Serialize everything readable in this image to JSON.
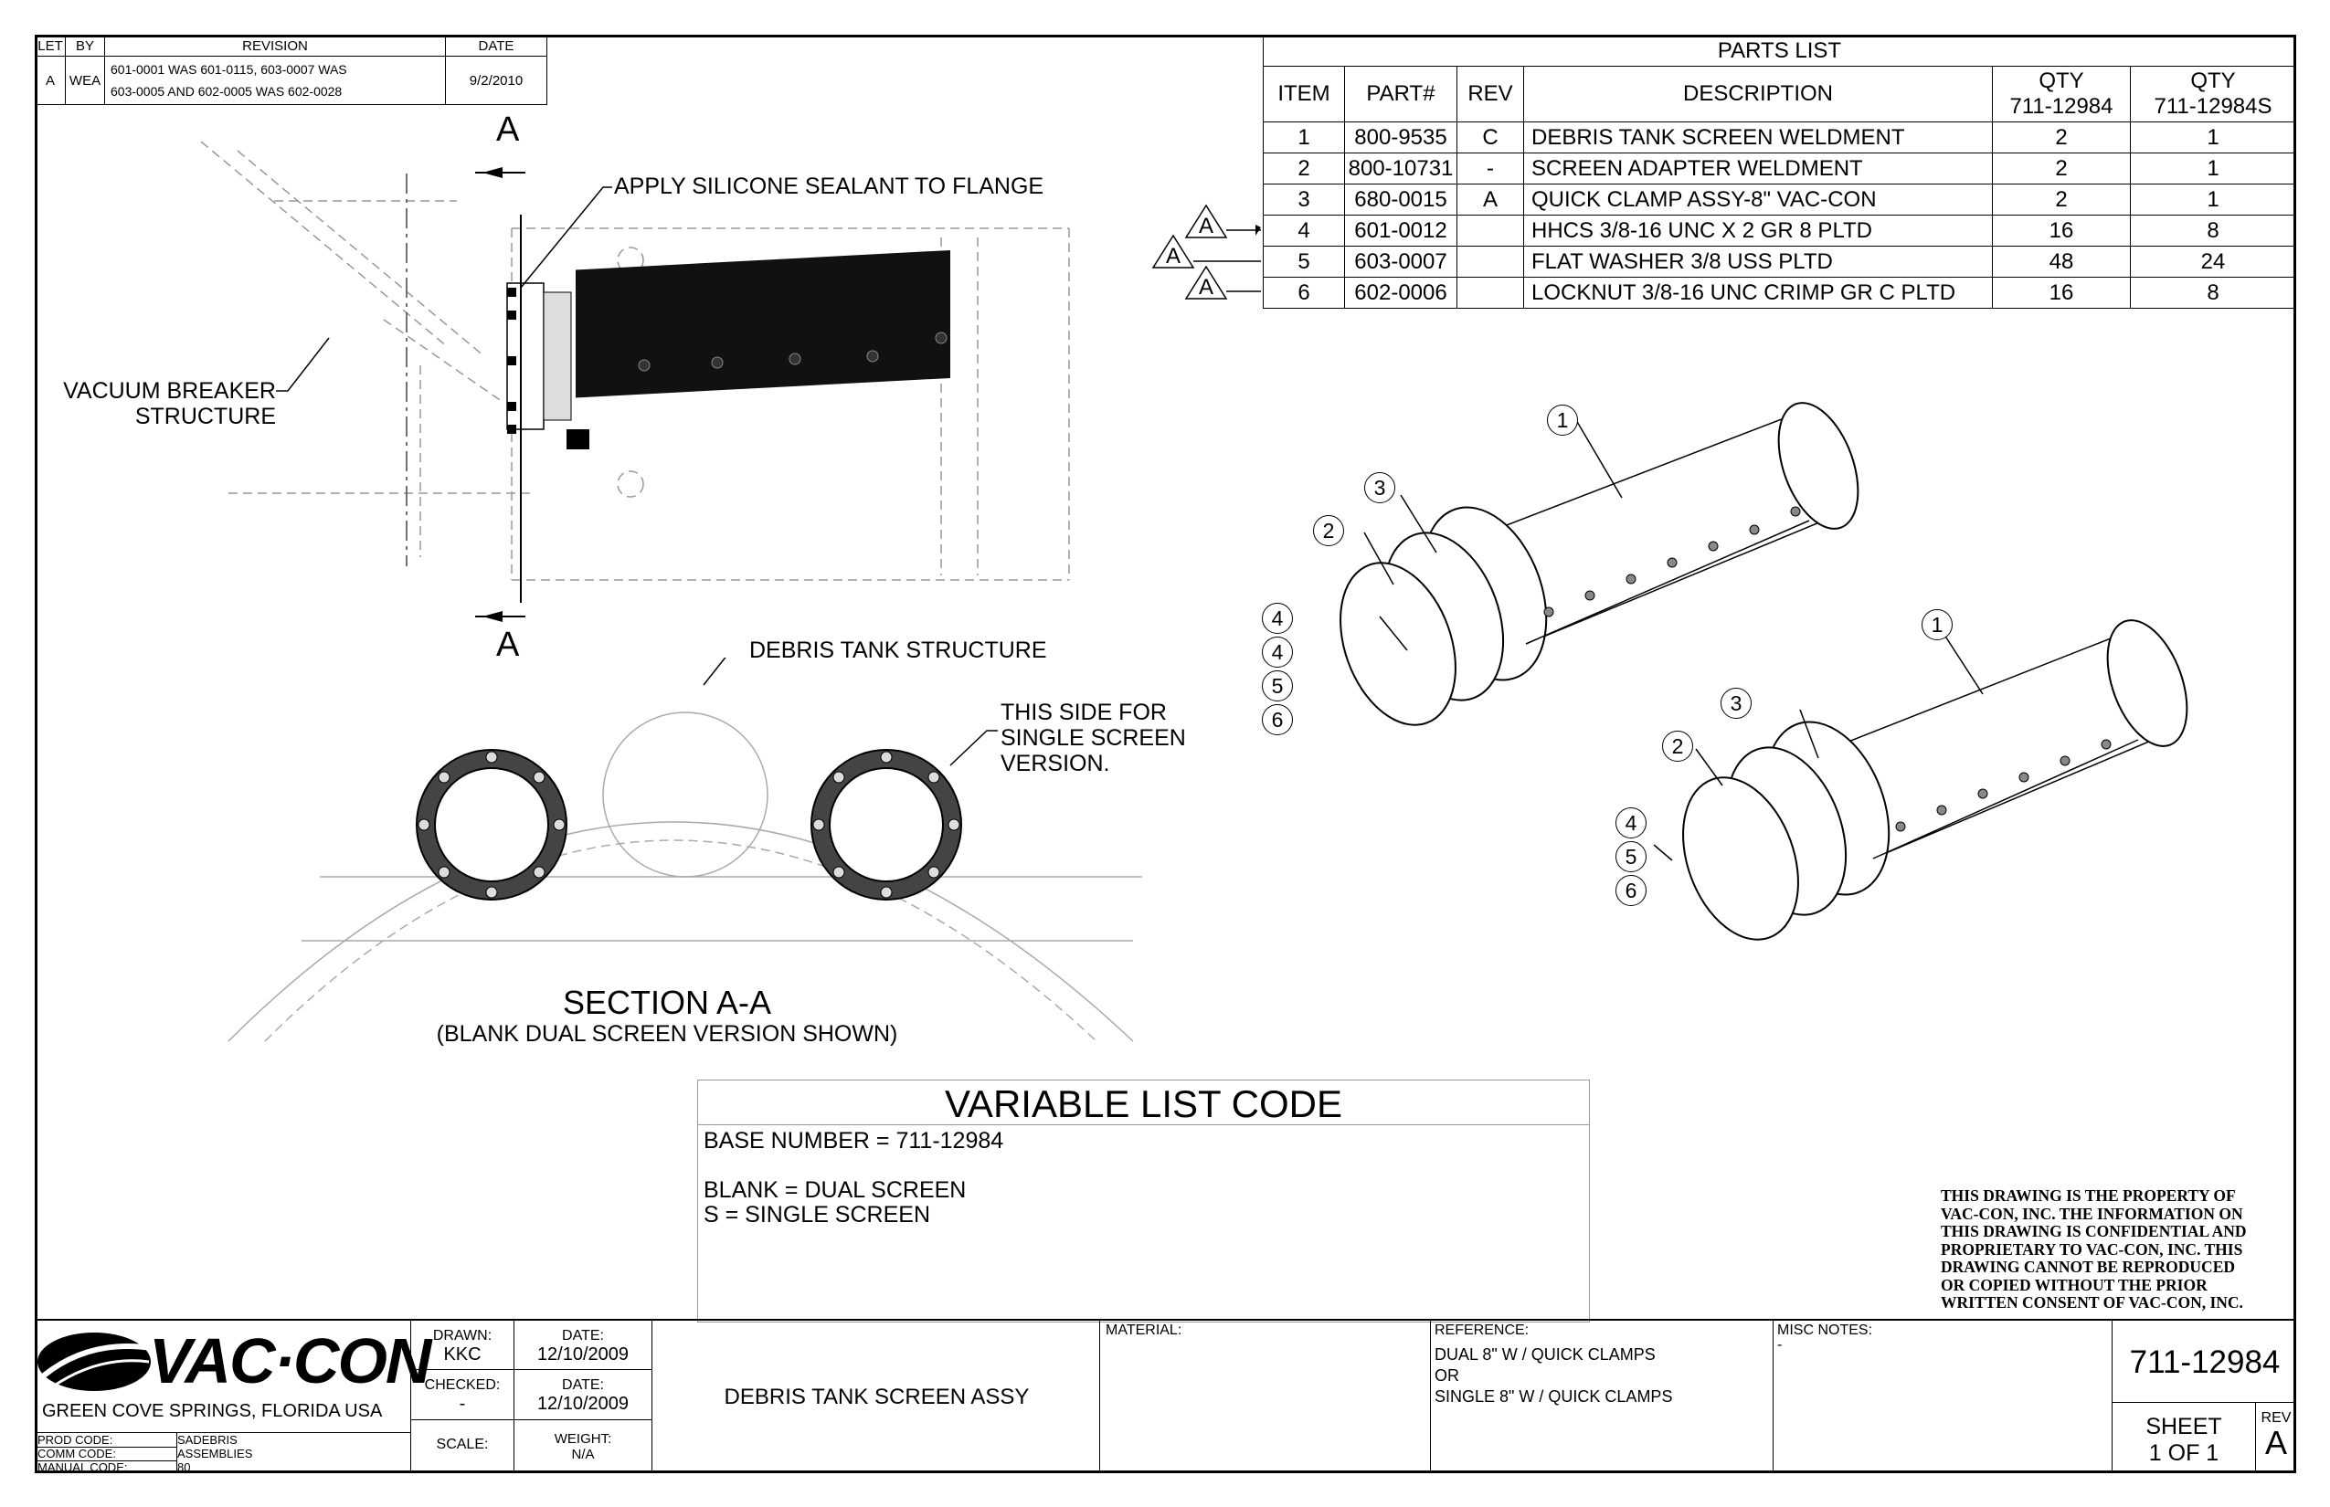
{
  "revision_block": {
    "headers": [
      "LET",
      "BY",
      "REVISION",
      "DATE"
    ],
    "rows": [
      {
        "let": "A",
        "by": "WEA",
        "revision_line1": "601-0001 WAS 601-0115, 603-0007 WAS",
        "revision_line2": "603-0005 AND 602-0005 WAS 602-0028",
        "date": "9/2/2010"
      }
    ]
  },
  "parts_list": {
    "title": "PARTS LIST",
    "headers": {
      "item": "ITEM",
      "part": "PART#",
      "rev": "REV",
      "description": "DESCRIPTION",
      "qty1_a": "QTY",
      "qty1_b": "711-12984",
      "qty2_a": "QTY",
      "qty2_b": "711-12984S"
    },
    "rows": [
      {
        "item": "1",
        "part": "800-9535",
        "rev": "C",
        "description": "DEBRIS TANK SCREEN WELDMENT",
        "qty1": "2",
        "qty2": "1"
      },
      {
        "item": "2",
        "part": "800-10731",
        "rev": "-",
        "description": "SCREEN ADAPTER WELDMENT",
        "qty1": "2",
        "qty2": "1"
      },
      {
        "item": "3",
        "part": "680-0015",
        "rev": "A",
        "description": "QUICK CLAMP ASSY-8\" VAC-CON",
        "qty1": "2",
        "qty2": "1"
      },
      {
        "item": "4",
        "part": "601-0012",
        "rev": "",
        "description": "HHCS 3/8-16 UNC X 2 GR 8 PLTD",
        "qty1": "16",
        "qty2": "8"
      },
      {
        "item": "5",
        "part": "603-0007",
        "rev": "",
        "description": "FLAT WASHER 3/8 USS PLTD",
        "qty1": "48",
        "qty2": "24"
      },
      {
        "item": "6",
        "part": "602-0006",
        "rev": "",
        "description": "LOCKNUT 3/8-16 UNC CRIMP GR C PLTD",
        "qty1": "16",
        "qty2": "8"
      }
    ],
    "revision_flags": [
      "A",
      "A",
      "A"
    ]
  },
  "annotations": {
    "section_mark_top": "A",
    "section_mark_bottom": "A",
    "sealant": "APPLY SILICONE SEALANT TO FLANGE",
    "vacuum_breaker_1": "VACUUM BREAKER",
    "vacuum_breaker_2": "STRUCTURE",
    "debris_tank": "DEBRIS TANK STRUCTURE",
    "single_side_1": "THIS SIDE FOR",
    "single_side_2": "SINGLE SCREEN",
    "single_side_3": "VERSION.",
    "section_title": "SECTION A-A",
    "section_subtitle": "(BLANK DUAL SCREEN VERSION SHOWN)"
  },
  "balloons_view1": [
    "1",
    "3",
    "2",
    "4",
    "4",
    "5",
    "6"
  ],
  "balloons_view2": [
    "1",
    "3",
    "2",
    "4",
    "5",
    "6"
  ],
  "variable_list": {
    "title": "VARIABLE LIST CODE",
    "base_number": "BASE NUMBER =  711-12984",
    "blank": "BLANK = DUAL SCREEN",
    "s": "S = SINGLE SCREEN"
  },
  "proprietary_notice": [
    "THIS DRAWING IS THE PROPERTY OF",
    "VAC-CON, INC.  THE INFORMATION ON",
    "THIS DRAWING IS CONFIDENTIAL AND",
    "PROPRIETARY TO VAC-CON, INC.  THIS",
    "DRAWING CANNOT BE REPRODUCED",
    "OR COPIED WITHOUT THE PRIOR",
    "WRITTEN CONSENT OF VAC-CON, INC."
  ],
  "title_block": {
    "company": "VAC·CON",
    "location": "GREEN COVE SPRINGS, FLORIDA USA",
    "prod_code_label": "PROD CODE:",
    "prod_code": "SADEBRIS",
    "comm_code_label": "COMM CODE:",
    "comm_code": "ASSEMBLIES",
    "manual_code_label": "MANUAL CODE:",
    "manual_code": "80",
    "drawn_label": "DRAWN:",
    "drawn": "KKC",
    "drawn_date_label": "DATE:",
    "drawn_date": "12/10/2009",
    "checked_label": "CHECKED:",
    "checked": "-",
    "checked_date_label": "DATE:",
    "checked_date": "12/10/2009",
    "scale_label": "SCALE:",
    "weight_label": "WEIGHT:",
    "weight": "N/A",
    "title": "DEBRIS TANK SCREEN ASSY",
    "material_label": "MATERIAL:",
    "reference_label": "REFERENCE:",
    "reference_1": "DUAL 8\" W / QUICK CLAMPS",
    "reference_2": "OR",
    "reference_3": "SINGLE 8\" W / QUICK CLAMPS",
    "misc_label": "MISC NOTES:",
    "misc": "-",
    "drawing_number": "711-12984",
    "sheet_label": "SHEET",
    "sheet": "1  OF 1",
    "rev_label": "REV",
    "rev": "A"
  }
}
